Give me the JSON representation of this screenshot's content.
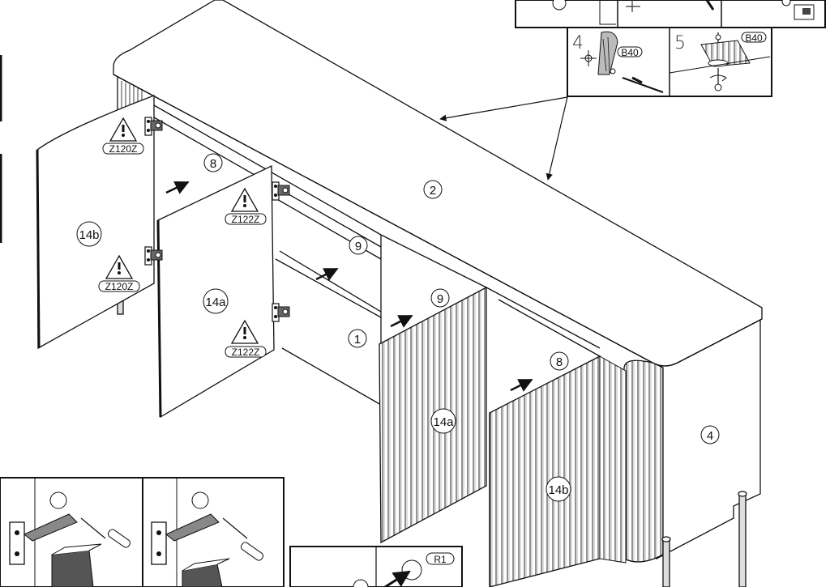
{
  "callouts": {
    "top": "2",
    "front_bottom": "1",
    "side_panel": "4",
    "shelf_left": "8",
    "shelf_mid": "9",
    "shelf_right_upper": "9",
    "shelf_right_lower": "8",
    "door_left_outer": "14b",
    "door_left_inner": "14a",
    "door_front_a": "14a",
    "door_front_b": "14b"
  },
  "part_tags": {
    "hinge_left_top": "Z120Z",
    "hinge_left_bottom": "Z120Z",
    "hinge_inner_top": "Z122Z",
    "hinge_inner_bottom": "Z122Z",
    "detail_bolt_a": "B40",
    "detail_bolt_b": "B40",
    "detail_tool": "R1"
  },
  "detail_steps": {
    "step_4": "4",
    "step_5": "5"
  },
  "colors": {
    "ink": "#111111",
    "paper": "#ffffff",
    "panel_shade": "#d9d9d9",
    "dark_fill": "#555555"
  },
  "icons": [
    "warning-triangle-icon",
    "hinge-icon",
    "arrow-icon",
    "screw-icon"
  ]
}
